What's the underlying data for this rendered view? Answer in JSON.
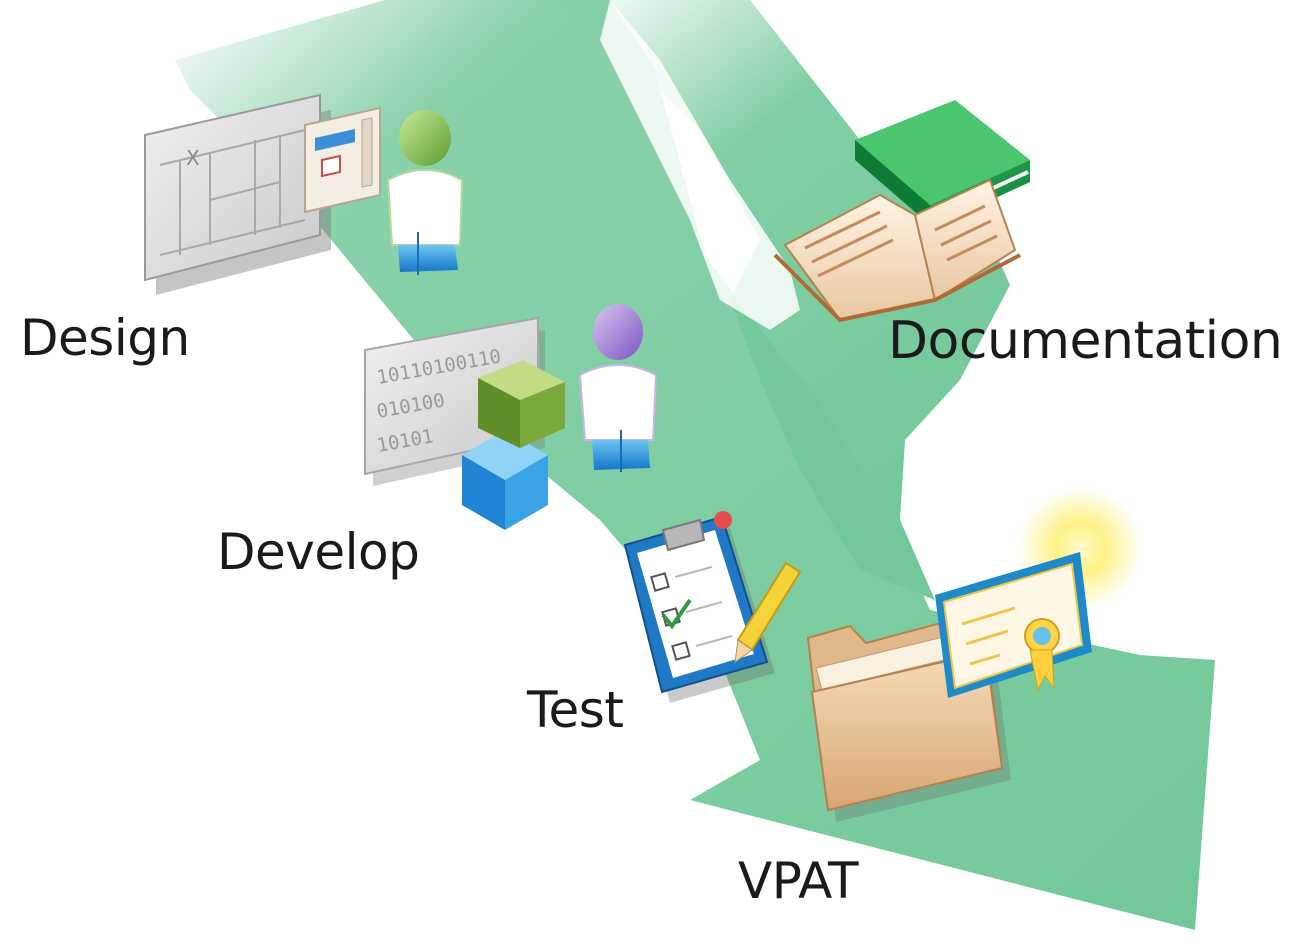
{
  "stages": {
    "design": "Design",
    "develop": "Develop",
    "test": "Test",
    "documentation": "Documentation",
    "vpat": "VPAT"
  },
  "icons": {
    "design": "blueprint-icon",
    "develop": "binary-code-icon",
    "test": "checklist-clipboard-icon",
    "documentation": "book-icon",
    "vpat": "folder-certificate-icon"
  },
  "glyphs": {
    "design_x": "X",
    "develop_code_rows": [
      "10110100110",
      "010100",
      "10101"
    ]
  },
  "colors": {
    "path_green": "#74c99a",
    "path_green_light": "#bfe6cf",
    "text": "#1a1a1a"
  }
}
